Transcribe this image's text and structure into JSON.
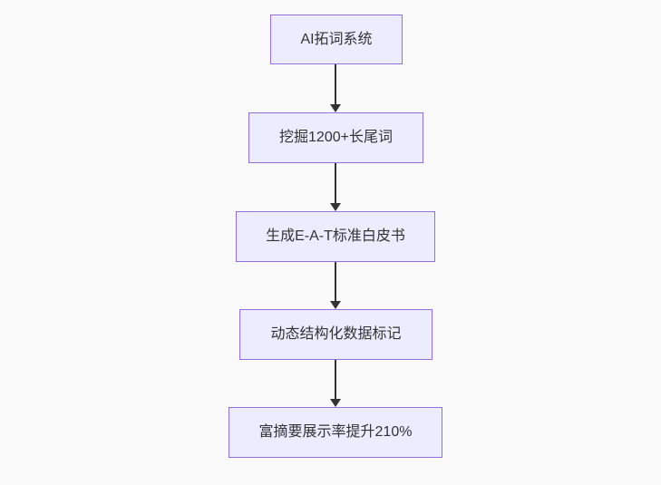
{
  "diagram": {
    "type": "flowchart-top-down",
    "background_color": "#f9f9f9",
    "node_fill_color": "#ececff",
    "node_border_color": "#9370db",
    "node_text_color": "#333333",
    "arrow_color": "#333333",
    "nodes": [
      {
        "id": "node-1",
        "label": "AI拓词系统"
      },
      {
        "id": "node-2",
        "label": "挖掘1200+长尾词"
      },
      {
        "id": "node-3",
        "label": "生成E-A-T标准白皮书"
      },
      {
        "id": "node-4",
        "label": "动态结构化数据标记"
      },
      {
        "id": "node-5",
        "label": "富摘要展示率提升210%"
      }
    ],
    "edges": [
      {
        "from": "node-1",
        "to": "node-2"
      },
      {
        "from": "node-2",
        "to": "node-3"
      },
      {
        "from": "node-3",
        "to": "node-4"
      },
      {
        "from": "node-4",
        "to": "node-5"
      }
    ]
  }
}
